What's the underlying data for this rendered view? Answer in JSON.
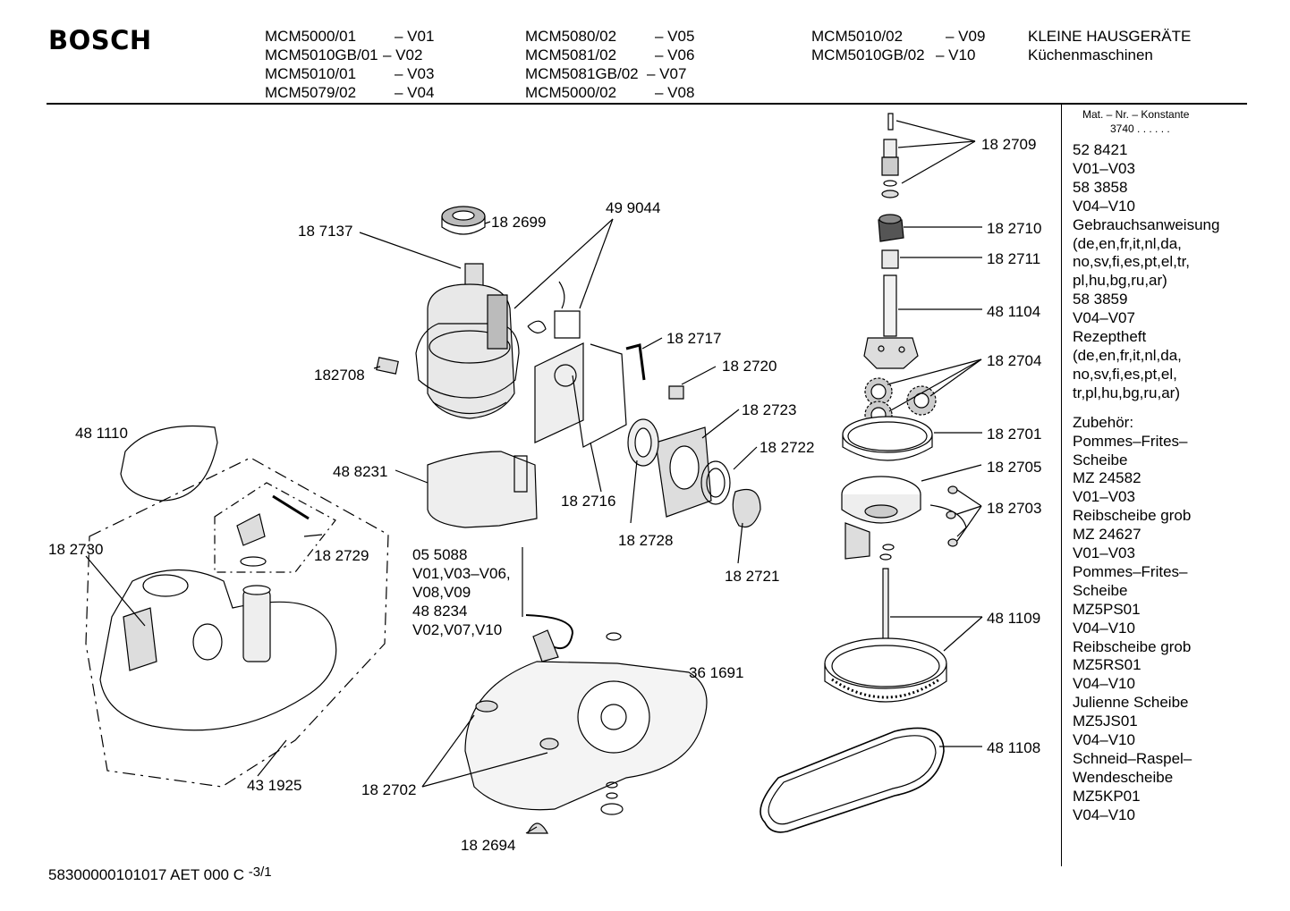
{
  "brand": "BOSCH",
  "models": {
    "col1": [
      {
        "code": "MCM5000/01",
        "ver": "– V01"
      },
      {
        "code": "MCM5010GB/01",
        "ver": "– V02"
      },
      {
        "code": "MCM5010/01",
        "ver": "– V03"
      },
      {
        "code": "MCM5079/02",
        "ver": "– V04"
      }
    ],
    "col2": [
      {
        "code": "MCM5080/02",
        "ver": "– V05"
      },
      {
        "code": "MCM5081/02",
        "ver": "– V06"
      },
      {
        "code": "MCM5081GB/02",
        "ver": "– V07"
      },
      {
        "code": "MCM5000/02",
        "ver": "– V08"
      }
    ],
    "col3": [
      {
        "code": "MCM5010/02",
        "ver": "– V09"
      },
      {
        "code": "MCM5010GB/02",
        "ver": "– V10"
      }
    ]
  },
  "category": {
    "line1": "KLEINE HAUSGERÄTE",
    "line2": "Küchenmaschinen"
  },
  "sidebar": {
    "mat_header": "Mat. – Nr. – Konstante",
    "mat_number": "3740 . . . . . .",
    "entries": [
      "52 8421",
      "V01–V03",
      "58 3858",
      "V04–V10",
      "Gebrauchsanweisung",
      "(de,en,fr,it,nl,da,",
      "no,sv,fi,es,pt,el,tr,",
      "pl,hu,bg,ru,ar)",
      "58 3859",
      "V04–V07",
      "Rezeptheft",
      "(de,en,fr,it,nl,da,",
      "no,sv,fi,es,pt,el,",
      "tr,pl,hu,bg,ru,ar)"
    ],
    "accessories": [
      "Zubehör:",
      "Pommes–Frites–",
      "Scheibe",
      "MZ 24582",
      "V01–V03",
      "Reibscheibe grob",
      "MZ 24627",
      "V01–V03",
      "Pommes–Frites–",
      "Scheibe",
      "MZ5PS01",
      "V04–V10",
      "Reibscheibe grob",
      "MZ5RS01",
      "V04–V10",
      "Julienne Scheibe",
      "MZ5JS01",
      "V04–V10",
      "Schneid–Raspel–",
      "Wendescheibe",
      "MZ5KP01",
      "V04–V10"
    ]
  },
  "callouts": {
    "p182709": "18 2709",
    "p182710": "18 2710",
    "p182711": "18 2711",
    "p481104": "48 1104",
    "p182704": "18 2704",
    "p182701": "18 2701",
    "p182705": "18 2705",
    "p182703": "18 2703",
    "p481109": "48 1109",
    "p481108": "48 1108",
    "p182699": "18 2699",
    "p187137": "18 7137",
    "p499044": "49 9044",
    "p182708": "182708",
    "p182717": "18 2717",
    "p182720": "18 2720",
    "p182723": "18 2723",
    "p182722": "18 2722",
    "p481110": "48 1110",
    "p488231": "48 8231",
    "p182716": "18 2716",
    "p182728": "18 2728",
    "p182721": "18 2721",
    "p182730": "18 2730",
    "p182729": "18 2729",
    "p361691": "36 1691",
    "p431925": "43 1925",
    "p182702": "18 2702",
    "p182694": "18 2694"
  },
  "cable_block": [
    "05 5088",
    "V01,V03–V06,",
    "V08,V09",
    "48 8234",
    "V02,V07,V10"
  ],
  "footer": {
    "code": "58300000101017 AET 000 C",
    "page": "-3/1"
  }
}
